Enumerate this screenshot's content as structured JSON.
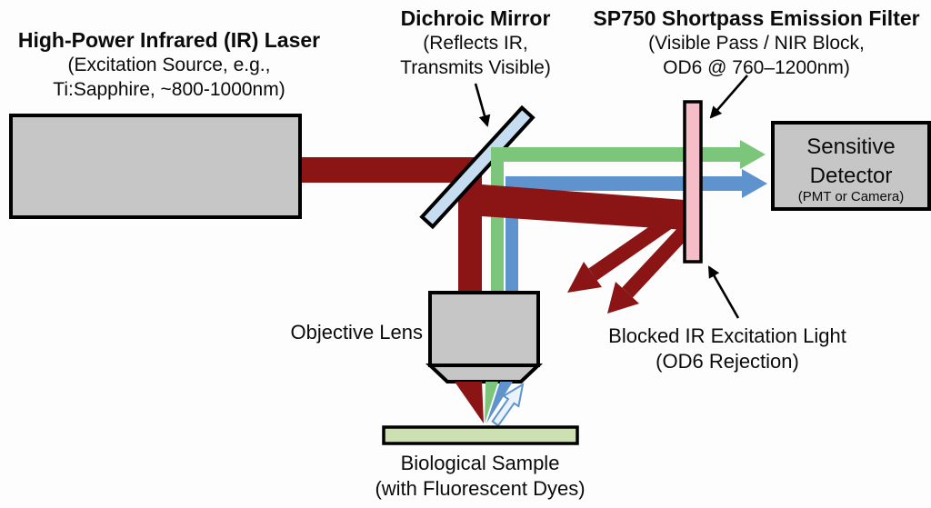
{
  "diagram": {
    "title_context": "Two-photon / IR fluorescence microscopy filtering diagram",
    "labels": {
      "laser": {
        "title": "High-Power Infrared (IR) Laser",
        "line2": "(Excitation Source, e.g.,",
        "line3": "Ti:Sapphire, ~800-1000nm)"
      },
      "dichroic": {
        "title": "Dichroic Mirror",
        "line2": "(Reflects IR,",
        "line3": "Transmits Visible)"
      },
      "emission_filter": {
        "title": "SP750 Shortpass Emission Filter",
        "line2": "(Visible Pass / NIR Block,",
        "line3": "OD6 @ 760–1200nm)"
      },
      "detector": {
        "line1": "Sensitive",
        "line2": "Detector",
        "line3": "(PMT or Camera)"
      },
      "objective": {
        "label": "Objective Lens"
      },
      "blocked": {
        "line1": "Blocked IR Excitation Light",
        "line2": "(OD6 Rejection)"
      },
      "sample": {
        "line1": "Biological Sample",
        "line2": "(with Fluorescent Dyes)"
      }
    },
    "colors": {
      "ir_beam": "#8b1414",
      "green_beam": "#7cc67b",
      "blue_beam": "#5f93ce",
      "mirror": "#c6ddf1",
      "filter": "#f5bdc8",
      "device_gray": "#c6c6c6",
      "sample_green": "#cce0b2",
      "collection_arrow_fill": "#eaf3fc",
      "outline": "#000000",
      "text": "#0b0b0b"
    }
  }
}
